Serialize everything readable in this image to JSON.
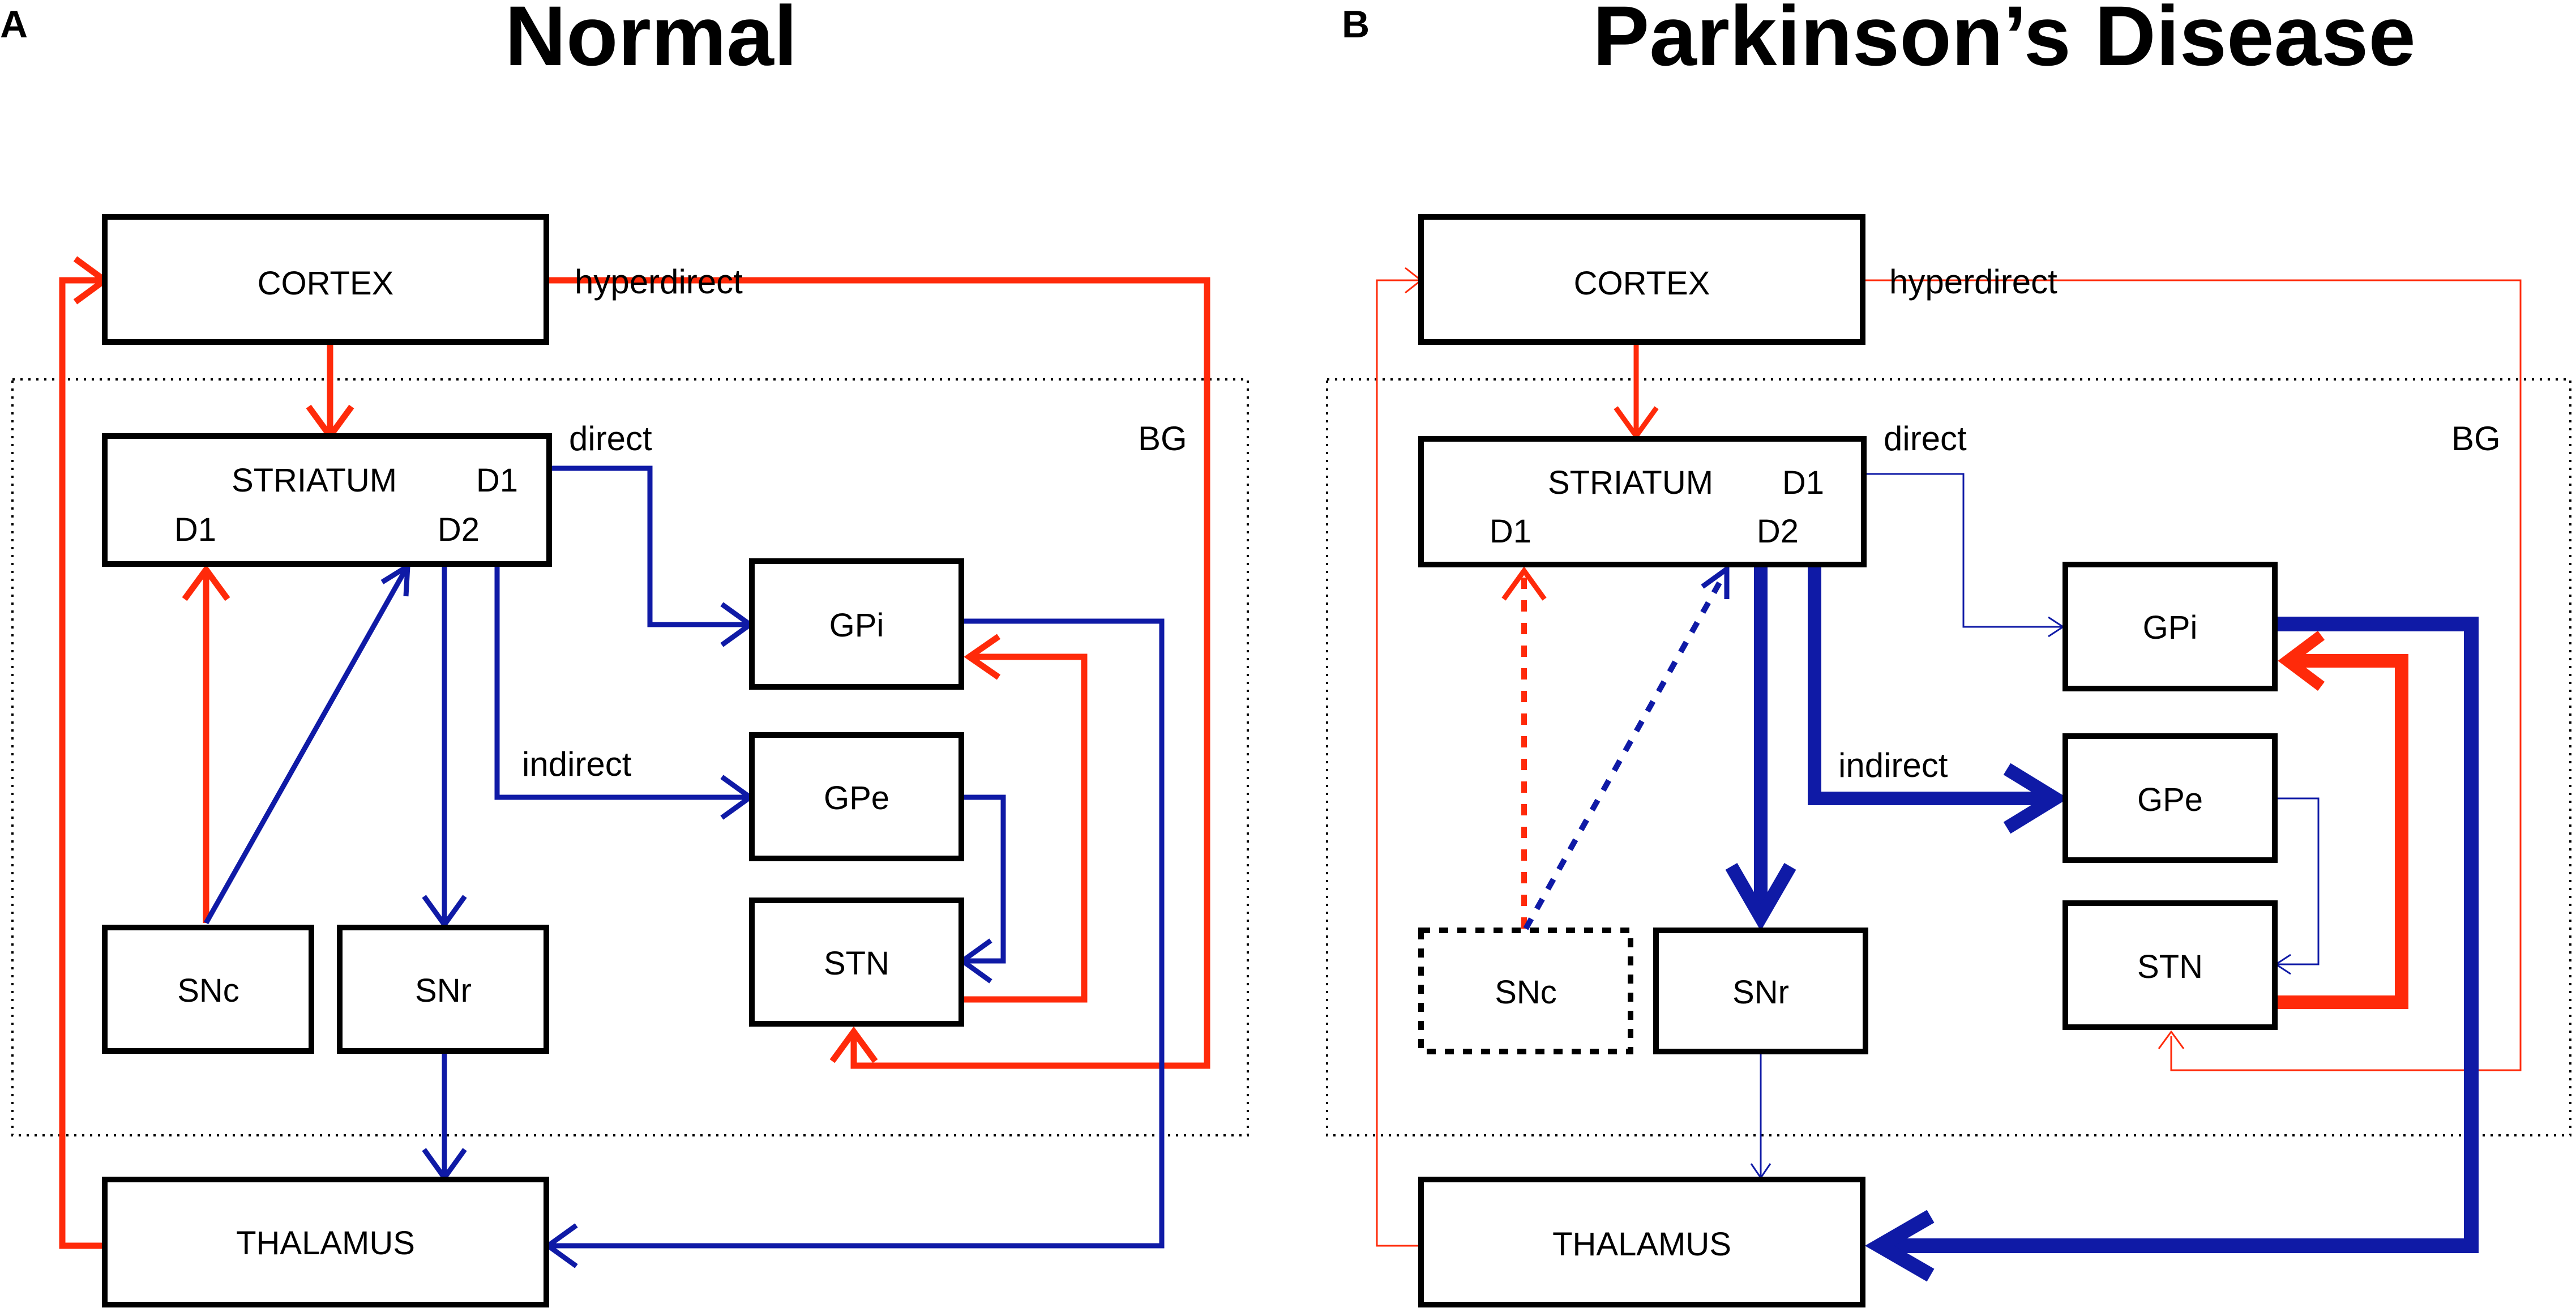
{
  "panels": [
    {
      "letter": "A",
      "title": "Normal",
      "region_label": "BG",
      "nodes": {
        "cortex": "CORTEX",
        "striatum": "STRIATUM",
        "striatum_d1_right": "D1",
        "striatum_d1_left": "D1",
        "striatum_d2": "D2",
        "gpi": "GPi",
        "gpe": "GPe",
        "stn": "STN",
        "snc": "SNc",
        "snr": "SNr",
        "thalamus": "THALAMUS"
      },
      "pathways": {
        "hyperdirect": "hyperdirect",
        "direct": "direct",
        "indirect": "indirect"
      }
    },
    {
      "letter": "B",
      "title": "Parkinson’s Disease",
      "region_label": "BG",
      "nodes": {
        "cortex": "CORTEX",
        "striatum": "STRIATUM",
        "striatum_d1_right": "D1",
        "striatum_d1_left": "D1",
        "striatum_d2": "D2",
        "gpi": "GPi",
        "gpe": "GPe",
        "stn": "STN",
        "snc": "SNc",
        "snr": "SNr",
        "thalamus": "THALAMUS"
      },
      "pathways": {
        "hyperdirect": "hyperdirect",
        "direct": "direct",
        "indirect": "indirect"
      }
    }
  ],
  "colors": {
    "excitatory": "#ff2a0a",
    "inhibitory": "#0f1aa6"
  }
}
